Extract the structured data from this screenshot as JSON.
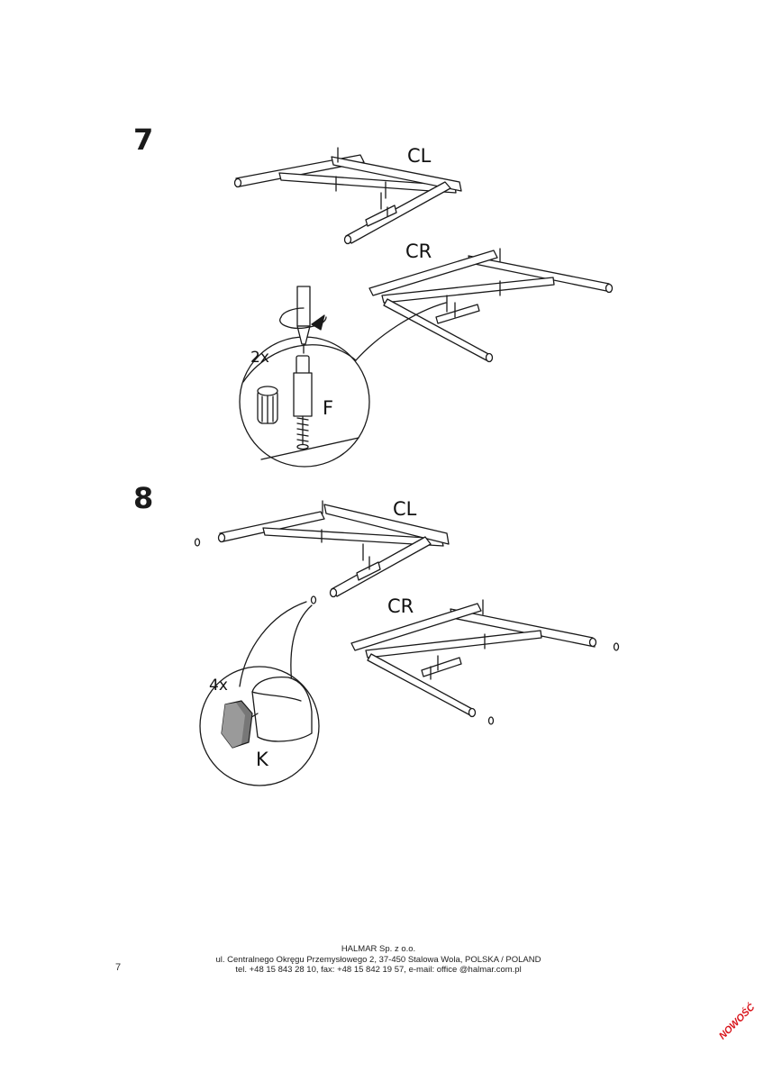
{
  "steps": [
    {
      "number": "7",
      "labels": {
        "left_frame": "CL",
        "right_frame": "CR",
        "quantity": "2x",
        "part": "F"
      }
    },
    {
      "number": "8",
      "labels": {
        "left_frame": "CL",
        "right_frame": "CR",
        "quantity": "4x",
        "part": "K"
      }
    }
  ],
  "footer": {
    "company": "HALMAR Sp. z o.o.",
    "address": "ul. Centralnego Okręgu Przemysłowego 2, 37-450 Stalowa Wola, POLSKA / POLAND",
    "contact": "tel. +48 15 843 28 10, fax: +48 15 842 19 57, e-mail: office @halmar.com.pl"
  },
  "page_number": "7",
  "badge": "NOWOŚĆ"
}
